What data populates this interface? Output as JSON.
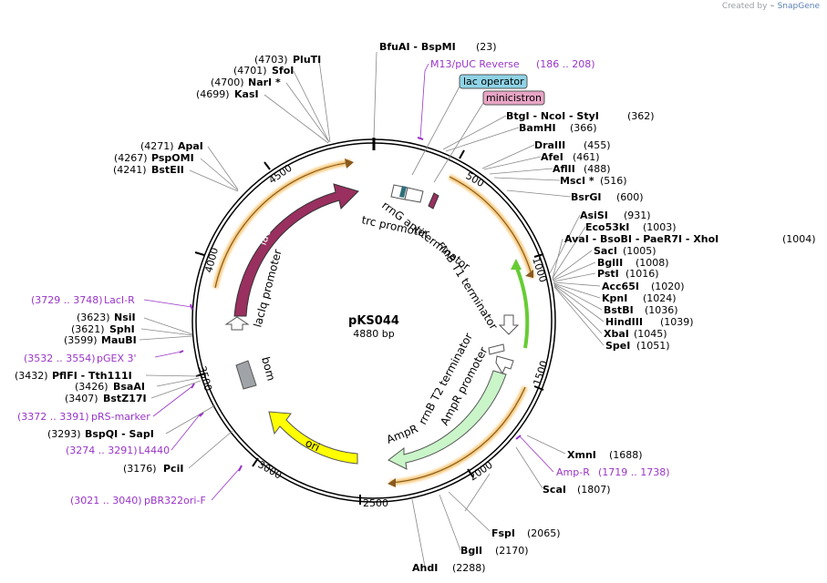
{
  "credit": {
    "prefix": "Created by",
    "brand": "SnapGene"
  },
  "plasmid": {
    "name": "pKS044",
    "size": "4880 bp"
  },
  "scale": {
    "ticks": [
      "500",
      "1000",
      "1500",
      "2000",
      "2500",
      "3000",
      "3500",
      "4000",
      "4500"
    ]
  },
  "features": {
    "lacI": "lacI",
    "lacIq_promoter": "lacIq promoter",
    "bom": "bom",
    "ori": "ori",
    "AmpR": "AmpR",
    "AmpR_promoter": "AmpR promoter",
    "rrnB_T2_terminator": "rrnB T2 terminator",
    "rrnB_T1_terminator": "rrnB T1 terminator",
    "rrnG_antiterminator": "rrnG antiterminator",
    "trc_promoter": "trc promoter",
    "lac_operator": "lac operator",
    "minicistron": "minicistron"
  },
  "sites": [
    {
      "name": "BfuAI  -  BspMI",
      "pos": "(23)"
    },
    {
      "name": "BtgI  -  NcoI  -  StyI",
      "pos": "(362)"
    },
    {
      "name": "BamHI",
      "pos": "(366)"
    },
    {
      "name": "DraIII",
      "pos": "(455)"
    },
    {
      "name": "AfeI",
      "pos": "(461)"
    },
    {
      "name": "AflII",
      "pos": "(488)"
    },
    {
      "name": "MscI *",
      "pos": "(516)"
    },
    {
      "name": "BsrGI",
      "pos": "(600)"
    },
    {
      "name": "AsiSI",
      "pos": "(931)"
    },
    {
      "name": "Eco53kI",
      "pos": "(1003)"
    },
    {
      "name": "AvaI  -  BsoBI  -  PaeR7I  -  XhoI",
      "pos": "(1004)"
    },
    {
      "name": "SacI",
      "pos": "(1005)"
    },
    {
      "name": "BglII",
      "pos": "(1008)"
    },
    {
      "name": "PstI",
      "pos": "(1016)"
    },
    {
      "name": "Acc65I",
      "pos": "(1020)"
    },
    {
      "name": "KpnI",
      "pos": "(1024)"
    },
    {
      "name": "BstBI",
      "pos": "(1036)"
    },
    {
      "name": "HindIII",
      "pos": "(1039)"
    },
    {
      "name": "XbaI",
      "pos": "(1045)"
    },
    {
      "name": "SpeI",
      "pos": "(1051)"
    },
    {
      "name": "XmnI",
      "pos": "(1688)"
    },
    {
      "name": "ScaI",
      "pos": "(1807)"
    },
    {
      "name": "FspI",
      "pos": "(2065)"
    },
    {
      "name": "BglI",
      "pos": "(2170)"
    },
    {
      "name": "AhdI",
      "pos": "(2288)"
    },
    {
      "name": "PciI",
      "pos": "(3176)"
    },
    {
      "name": "BspQI  -  SapI",
      "pos": "(3293)"
    },
    {
      "name": "PflFI  -  Tth111I",
      "pos": "(3432)"
    },
    {
      "name": "BsaAI",
      "pos": "(3426)"
    },
    {
      "name": "BstZ17I",
      "pos": "(3407)"
    },
    {
      "name": "MauBI",
      "pos": "(3599)"
    },
    {
      "name": "SphI",
      "pos": "(3621)"
    },
    {
      "name": "NsiI",
      "pos": "(3623)"
    },
    {
      "name": "BstEII",
      "pos": "(4241)"
    },
    {
      "name": "PspOMI",
      "pos": "(4267)"
    },
    {
      "name": "ApaI",
      "pos": "(4271)"
    },
    {
      "name": "KasI",
      "pos": "(4699)"
    },
    {
      "name": "NarI *",
      "pos": "(4700)"
    },
    {
      "name": "SfoI",
      "pos": "(4701)"
    },
    {
      "name": "PluTI",
      "pos": "(4703)"
    }
  ],
  "primers": [
    {
      "name": "M13/pUC Reverse",
      "range": "(186 .. 208)"
    },
    {
      "name": "Amp-R",
      "range": "(1719 .. 1738)"
    },
    {
      "name": "pBR322ori-F",
      "range": "(3021 .. 3040)"
    },
    {
      "name": "L4440",
      "range": "(3274 .. 3291)"
    },
    {
      "name": "pRS-marker",
      "range": "(3372 .. 3391)"
    },
    {
      "name": "pGEX 3'",
      "range": "(3532 .. 3554)"
    },
    {
      "name": "LacI-R",
      "range": "(3729 .. 3748)"
    }
  ],
  "colors": {
    "backbone": "#000000",
    "lacI": "#99305f",
    "ori": "#ffff00",
    "AmpR": "#c9f5c9",
    "orf_halo": "#f5c97a",
    "primer": "#9a35c9",
    "lac_operator": "#8fd3e6",
    "minicistron": "#e8a5c5",
    "rrnB_T1": "#66cc33",
    "bom": "#a0a4a8"
  }
}
